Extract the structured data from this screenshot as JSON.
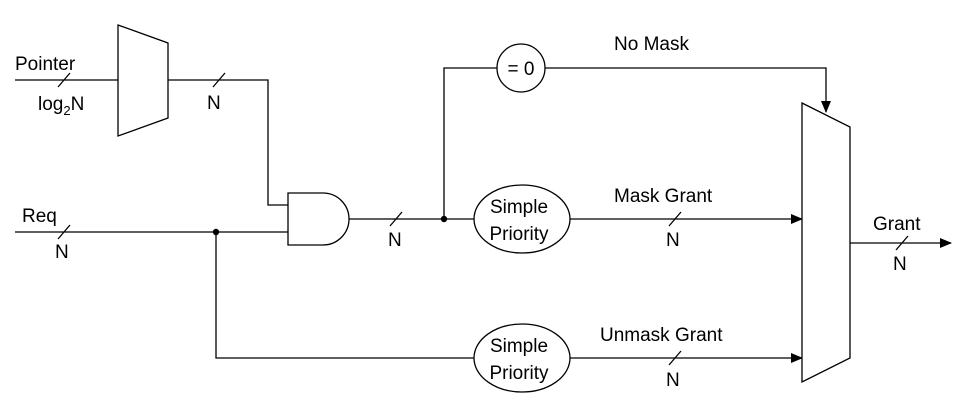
{
  "labels": {
    "pointer": "Pointer",
    "log_base": "log",
    "log_sub": "2",
    "log_n": "N",
    "req": "Req",
    "n": "N",
    "eq_zero": "= 0",
    "no_mask": "No Mask",
    "mask_grant": "Mask Grant",
    "unmask_grant": "Unmask Grant",
    "grant": "Grant",
    "simple": "Simple",
    "priority": "Priority"
  },
  "colors": {
    "stroke": "#000000",
    "background": "#ffffff"
  }
}
